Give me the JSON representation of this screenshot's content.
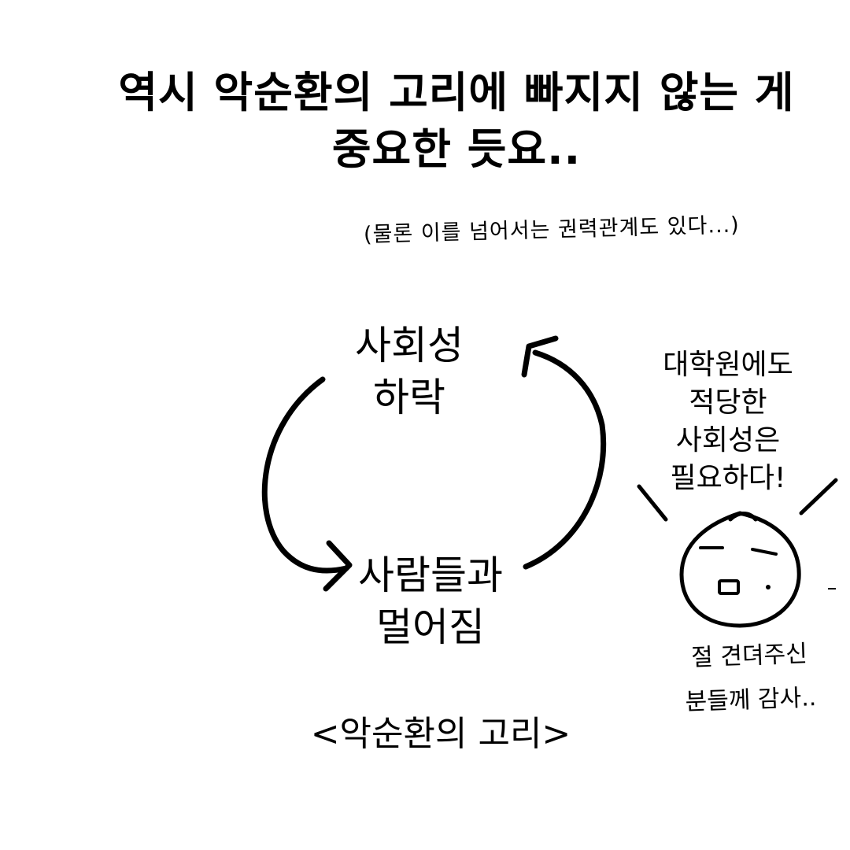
{
  "title": {
    "line1": "역시 악순환의 고리에 빠지지 않는 게",
    "line2": "중요한 듯요.."
  },
  "side_note": "(물론 이를 넘어서는 권력관계도 있다...)",
  "cycle": {
    "top_label": {
      "line1": "사회성",
      "line2": "하락"
    },
    "bottom_label": {
      "line1": "사람들과",
      "line2": "멀어짐"
    }
  },
  "caption": "<악순환의 고리>",
  "speech_bubble": {
    "line1": "대학원에도",
    "line2": "적당한",
    "line3": "사회성은",
    "line4": "필요하다!"
  },
  "thanks": {
    "line1": "절 견뎌주신",
    "line2": "분들께 감사.."
  },
  "icons": {
    "character": "round-blob-face-icon",
    "cycle_arrows": "circular-arrow-icon"
  },
  "colors": {
    "ink": "#000000",
    "paper": "#ffffff"
  }
}
